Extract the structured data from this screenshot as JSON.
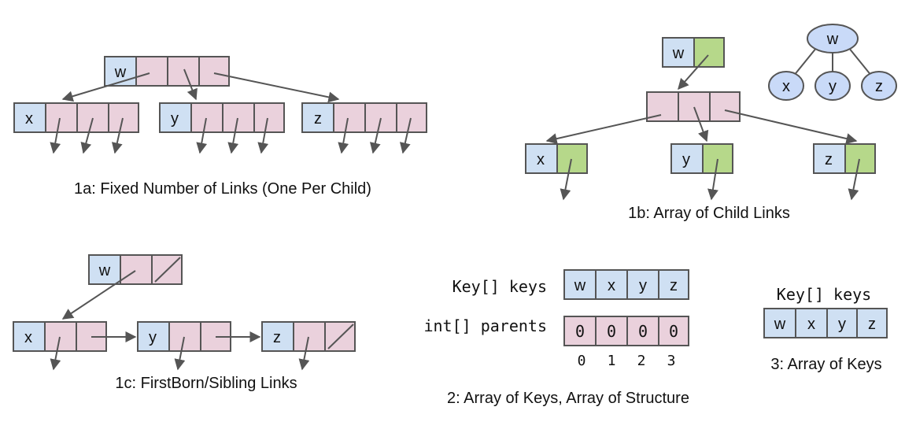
{
  "captions": {
    "c1a": "1a: Fixed Number of Links (One Per Child)",
    "c1b": "1b: Array of Child Links",
    "c1c": "1c: FirstBorn/Sibling Links",
    "c2": "2: Array of Keys, Array of Structure",
    "c3": "3: Array of Keys"
  },
  "node_keys": {
    "root": "w",
    "children": [
      "x",
      "y",
      "z"
    ]
  },
  "code_labels": {
    "keys_label": "Key[] keys",
    "parents_label": "int[] parents"
  },
  "array2": {
    "keys": [
      "w",
      "x",
      "y",
      "z"
    ],
    "parents": [
      "0",
      "0",
      "0",
      "0"
    ],
    "indices": [
      "0",
      "1",
      "2",
      "3"
    ]
  },
  "array3": {
    "label": "Key[] keys",
    "keys": [
      "w",
      "x",
      "y",
      "z"
    ]
  },
  "colors": {
    "key_cell": "#cfe0f3",
    "link_cell": "#ead1dc",
    "array_link_cell": "#b6d88a",
    "tree_node": "#c9daf8"
  }
}
